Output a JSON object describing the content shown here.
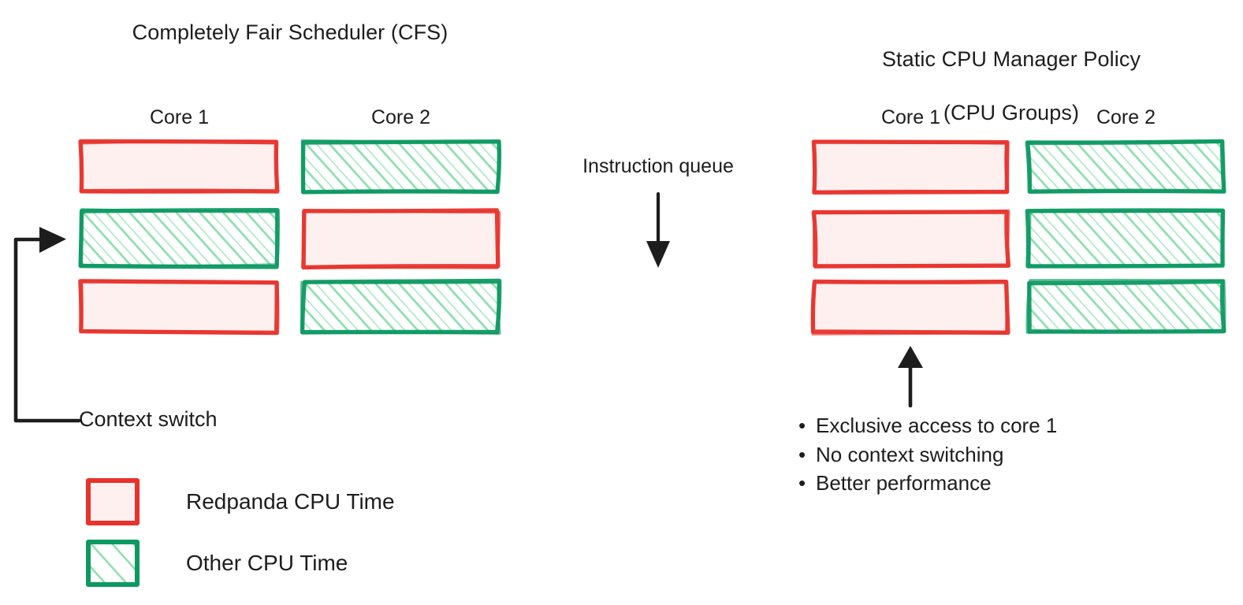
{
  "diagram": {
    "title_left": "Completely Fair Scheduler (CFS)",
    "title_right": "Static CPU Manager Policy\n(CPU Groups)",
    "colors": {
      "redpanda_stroke": "#e8322c",
      "redpanda_fill": "#fdf0ef",
      "other_stroke": "#0d9a62",
      "other_fill": "#ffffff",
      "other_hatch": "#8fdfb0",
      "ink": "#1d1d1d"
    }
  },
  "panels": {
    "left": {
      "title": "Completely Fair Scheduler (CFS)",
      "columns": [
        {
          "label": "Core 1",
          "slots": [
            "redpanda",
            "other",
            "redpanda"
          ]
        },
        {
          "label": "Core 2",
          "slots": [
            "other",
            "redpanda",
            "other"
          ]
        }
      ],
      "annotation": {
        "label": "Context switch"
      }
    },
    "right": {
      "title_line1": "Static CPU Manager Policy",
      "title_line2": "(CPU Groups)",
      "columns": [
        {
          "label": "Core 1",
          "slots": [
            "redpanda",
            "redpanda",
            "redpanda"
          ]
        },
        {
          "label": "Core 2",
          "slots": [
            "other",
            "other",
            "other"
          ]
        }
      ],
      "benefits": [
        "Exclusive access to core 1",
        "No context switching",
        "Better performance"
      ]
    }
  },
  "center": {
    "instruction_queue_label": "Instruction queue"
  },
  "legend": {
    "items": [
      {
        "label": "Redpanda CPU Time",
        "kind": "redpanda"
      },
      {
        "label": "Other CPU Time",
        "kind": "other"
      }
    ]
  }
}
